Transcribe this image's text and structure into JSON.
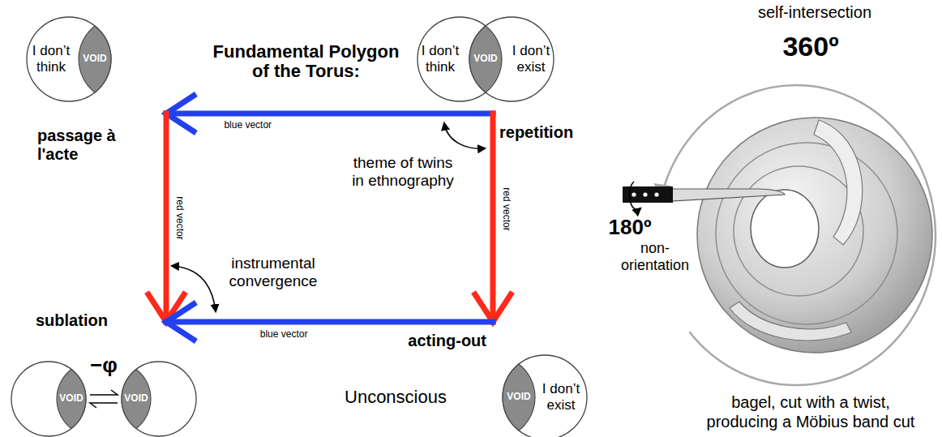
{
  "diagram": {
    "title": "Fundamental Polygon of the Torus:",
    "nodes": [
      {
        "text": [
          "I don’t think",
          "VOID"
        ]
      },
      {
        "text": [
          "I don’t think",
          "VOID",
          "I don’t exist"
        ]
      },
      {
        "text": [
          "passage à l'acte"
        ]
      },
      {
        "text": [
          "repetition"
        ]
      },
      {
        "text": [
          "sublation"
        ]
      },
      {
        "text": [
          "acting-out"
        ]
      },
      {
        "text": [
          "−φ",
          "VOID",
          "VOID"
        ]
      },
      {
        "text": [
          "Unconscious",
          "VOID",
          "I don’t exist"
        ]
      }
    ],
    "edges": [
      {
        "from": 3,
        "to": 2,
        "label": "blue vector",
        "arrow": "to"
      },
      {
        "from": 2,
        "to": 4,
        "label": "red vector",
        "arrow": "to"
      },
      {
        "from": 3,
        "to": 5,
        "label": "red vector",
        "arrow": "to"
      },
      {
        "from": 5,
        "to": 4,
        "label": "blue vector",
        "arrow": "to"
      }
    ],
    "labels": [
      "theme of twins in ethnography",
      "instrumental convergence",
      "self-intersection",
      "360º",
      "180º",
      "non-orientation",
      "bagel, cut with a twist, producing a Möbius band cut"
    ]
  }
}
